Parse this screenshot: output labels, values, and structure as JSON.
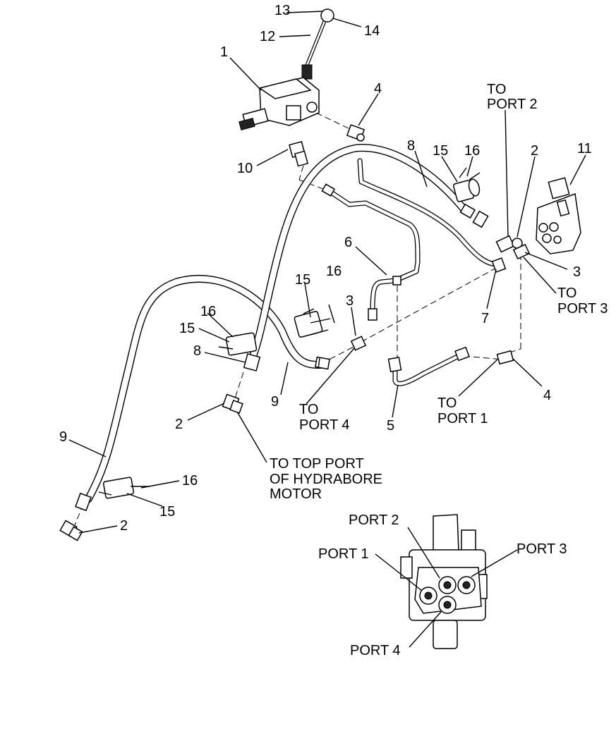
{
  "callouts": {
    "n1": "1",
    "n2a": "2",
    "n2b": "2",
    "n2c": "2",
    "n3a": "3",
    "n3b": "3",
    "n4a": "4",
    "n4b": "4",
    "n5": "5",
    "n6": "6",
    "n7": "7",
    "n8a": "8",
    "n8b": "8",
    "n9a": "9",
    "n9b": "9",
    "n10": "10",
    "n11": "11",
    "n12": "12",
    "n13": "13",
    "n14": "14",
    "n15a": "15",
    "n15b": "15",
    "n15c": "15",
    "n15d": "15",
    "n16a": "16",
    "n16b": "16",
    "n16c": "16",
    "n16d": "16"
  },
  "notes": {
    "to_port2": [
      "TO",
      "PORT 2"
    ],
    "to_port3": [
      "TO",
      "PORT 3"
    ],
    "to_port4": [
      "TO",
      "PORT 4"
    ],
    "to_port1": [
      "TO",
      "PORT 1"
    ],
    "hydrabore": [
      "TO TOP PORT",
      "OF HYDRABORE",
      "MOTOR"
    ]
  },
  "port_labels": {
    "port1": "PORT 1",
    "port2": "PORT 2",
    "port3": "PORT 3",
    "port4": "PORT 4"
  }
}
